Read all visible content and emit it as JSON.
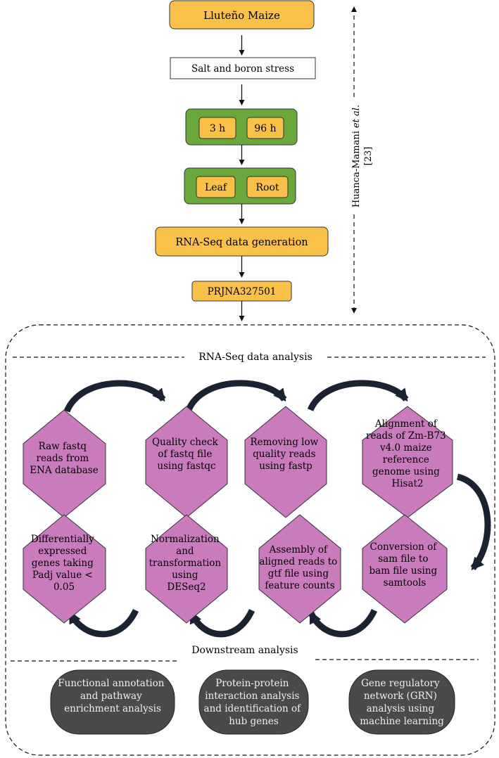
{
  "top": {
    "maize": "Lluteño Maize",
    "stress": "Salt and boron stress",
    "time_3h": "3 h",
    "time_96h": "96 h",
    "leaf": "Leaf",
    "root": "Root",
    "rnaseq_generation": "RNA-Seq data generation",
    "accession": "PRJNA327501"
  },
  "citation": {
    "authors": "Huanca-Mamani",
    "etal": "et al.",
    "ref": "[23]"
  },
  "analysis": {
    "title": "RNA-Seq data analysis",
    "step1": [
      "Raw fastq",
      "reads from",
      "ENA database"
    ],
    "step2": [
      "Quality check",
      "of fastq file",
      "using fastqc"
    ],
    "step3": [
      "Removing low",
      "quality reads",
      "using fastp"
    ],
    "step4": [
      "Alignment of",
      "reads of Zm-B73",
      "v4.0 maize",
      "reference",
      "genome using",
      "Hisat2"
    ],
    "step5": [
      "Conversion of",
      "sam file to",
      "bam file using",
      "samtools"
    ],
    "step6": [
      "Assembly of",
      "aligned reads to",
      "gtf file using",
      "feature counts"
    ],
    "step7": [
      "Normalization",
      "and",
      "transformation",
      "using",
      "DESeq2"
    ],
    "step8": [
      "Differentially",
      "expressed",
      "genes taking",
      "Padj value <",
      "0.05"
    ]
  },
  "downstream": {
    "title": "Downstream analysis",
    "box1": [
      "Functional annotation",
      "and pathway",
      "enrichment analysis"
    ],
    "box2": [
      "Protein-protein",
      "interaction analysis",
      "and identification of",
      "hub genes"
    ],
    "box3": [
      "Gene regulatory",
      "network (GRN)",
      "analysis using",
      "machine learning"
    ]
  },
  "colors": {
    "yellow": "#F9C04A",
    "green": "#6AA83B",
    "hexagon": "#C97BBE",
    "dark_box": "#4A4A4A",
    "arrow_dark": "#1B2333"
  }
}
